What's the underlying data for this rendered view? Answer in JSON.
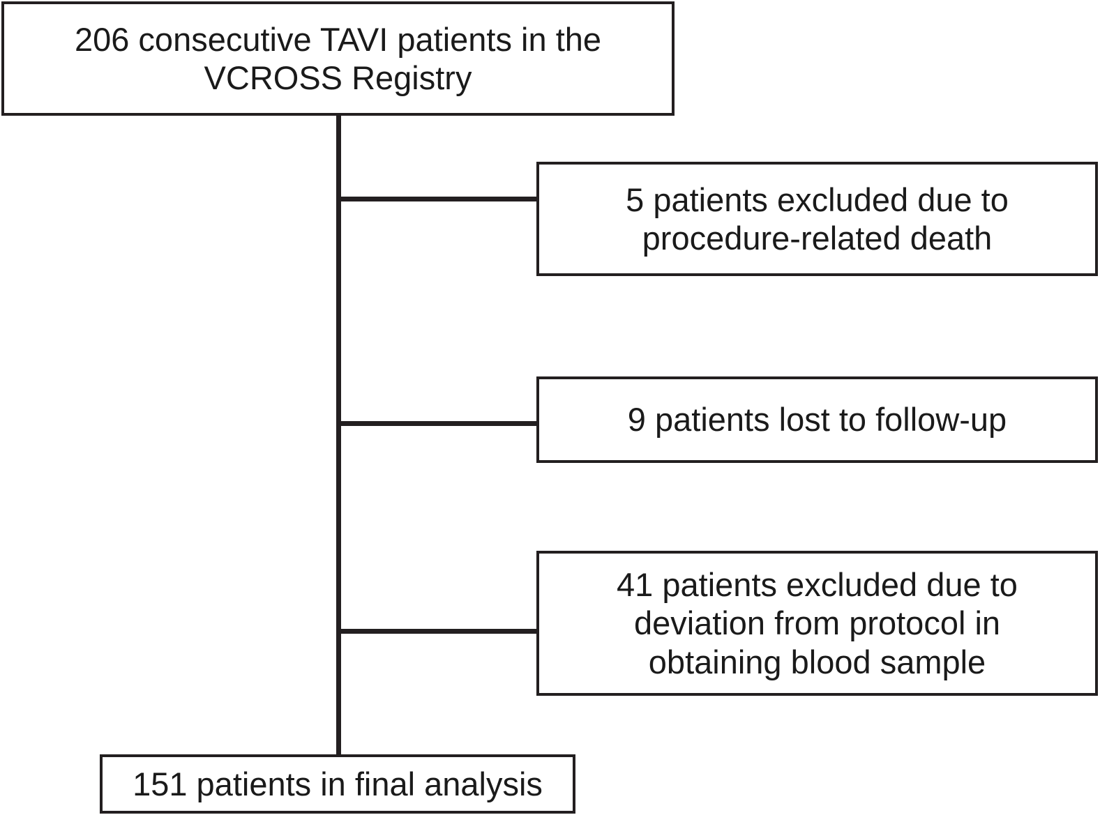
{
  "diagram": {
    "type": "flowchart",
    "orientation": "vertical-spine-with-right-exclusions",
    "line_color": "#231f20",
    "box_fill": "#ffffff",
    "source": {
      "label": "206 consecutive TAVI patients in the\nVCROSS Registry",
      "count": 206
    },
    "excluded": [
      {
        "label": "5 patients excluded due to\nprocedure-related death",
        "count": 5,
        "reason": "procedure-related death"
      },
      {
        "label": "9 patients lost to follow-up",
        "count": 9,
        "reason": "lost to follow-up"
      },
      {
        "label": "41 patients excluded due to\ndeviation from protocol in\nobtaining blood sample",
        "count": 41,
        "reason": "deviation from protocol in obtaining blood sample"
      }
    ],
    "final": {
      "label": "151 patients in final analysis",
      "count": 151
    }
  }
}
